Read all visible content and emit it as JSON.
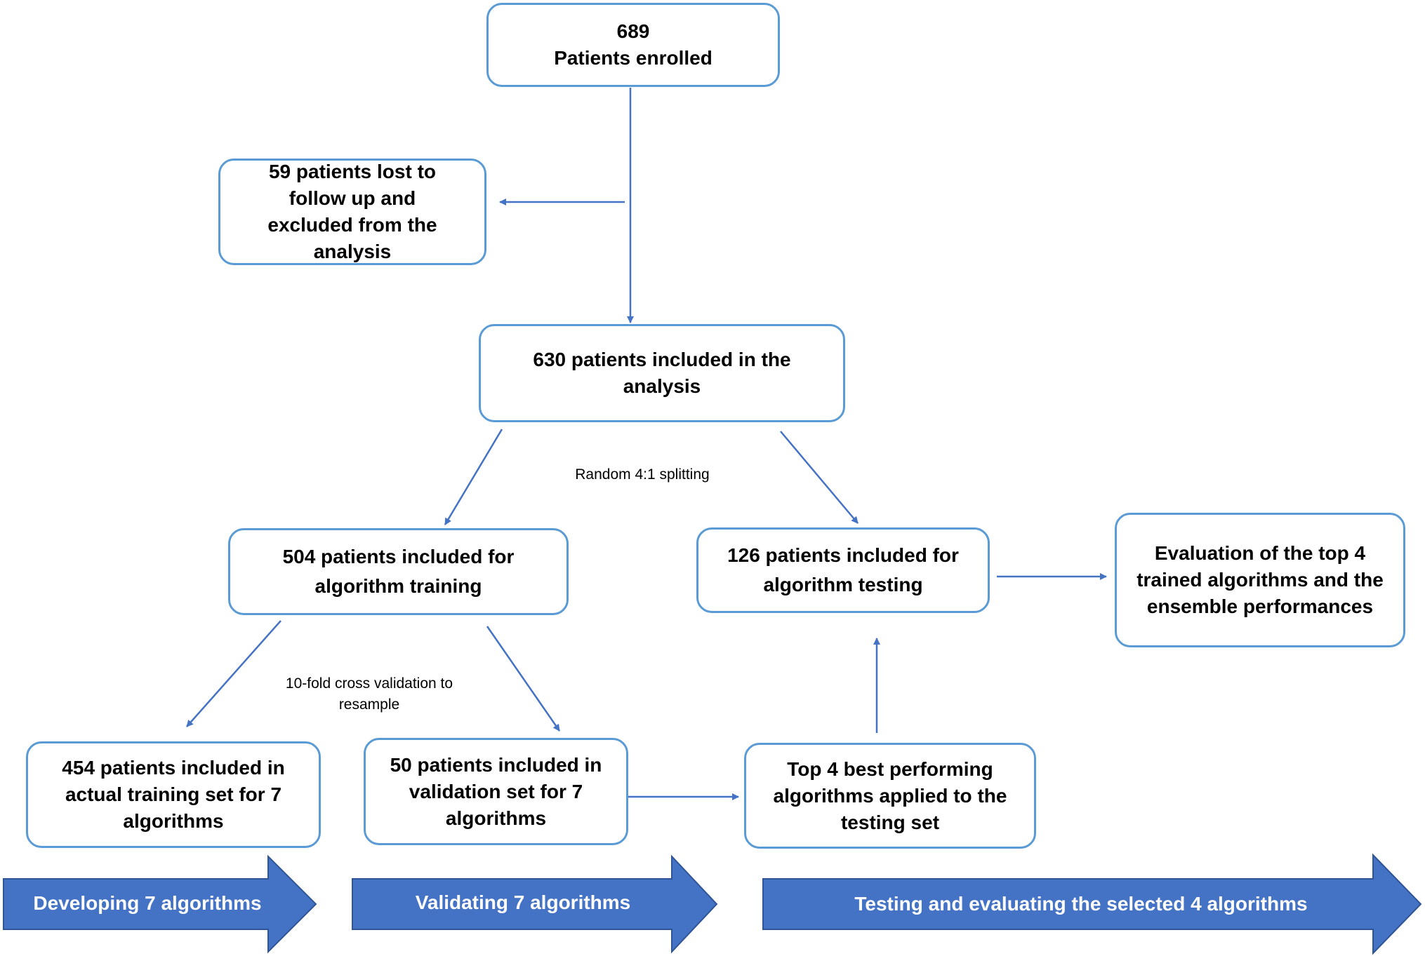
{
  "nodes": {
    "enrolled": "689\nPatients enrolled",
    "excluded": "59 patients lost to follow up and excluded from the analysis",
    "included": "630 patients included in the analysis",
    "training": "504 patients included for algorithm training",
    "testing": "126 patients included for algorithm testing",
    "evaluation": "Evaluation of the top 4 trained algorithms and the ensemble performances",
    "actual_training": "454 patients included in actual training set for 7 algorithms",
    "validation": "50 patients included in validation set for 7 algorithms",
    "top4": "Top 4 best performing algorithms applied to the testing set"
  },
  "notes": {
    "split": "Random 4:1 splitting",
    "cv": "10-fold cross validation to resample"
  },
  "bands": {
    "developing": "Developing 7 algorithms",
    "validating": "Validating 7 algorithms",
    "testing": "Testing and evaluating the selected 4 algorithms"
  },
  "colors": {
    "box_border": "#5b9bd5",
    "arrow": "#4472c4",
    "band_fill": "#4472c4",
    "band_border": "#2f5597"
  }
}
